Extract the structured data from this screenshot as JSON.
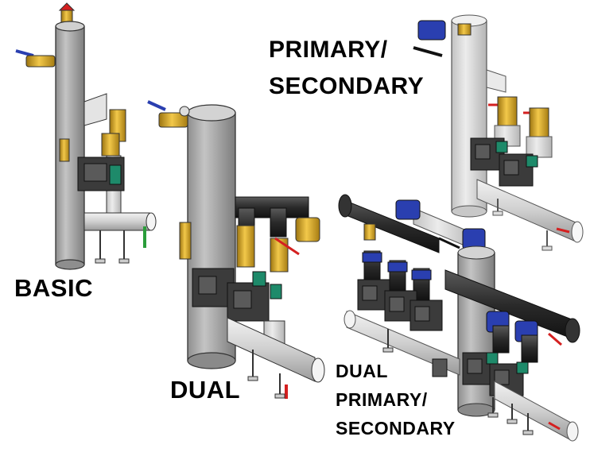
{
  "labels": {
    "basic": "BASIC",
    "dual": "DUAL",
    "primary_secondary_line1": "PRIMARY/",
    "primary_secondary_line2": "SECONDARY",
    "dual_ps_line1": "DUAL",
    "dual_ps_line2": "PRIMARY/",
    "dual_ps_line3": "SECONDARY"
  },
  "colors": {
    "tank": "#a9a9a9",
    "tank_light": "#d6d6d6",
    "pipe_black": "#2a2a2a",
    "brass": "#d4a017",
    "pump_body": "#3b3b3b",
    "pump_green": "#1e8a6a",
    "valve_blue": "#2a3fb0",
    "handle_red": "#d42020",
    "handle_green": "#2a9d3a",
    "background": "#ffffff"
  },
  "icons": [
    "tank-icon",
    "pump-icon",
    "valve-icon",
    "pipe-icon"
  ]
}
